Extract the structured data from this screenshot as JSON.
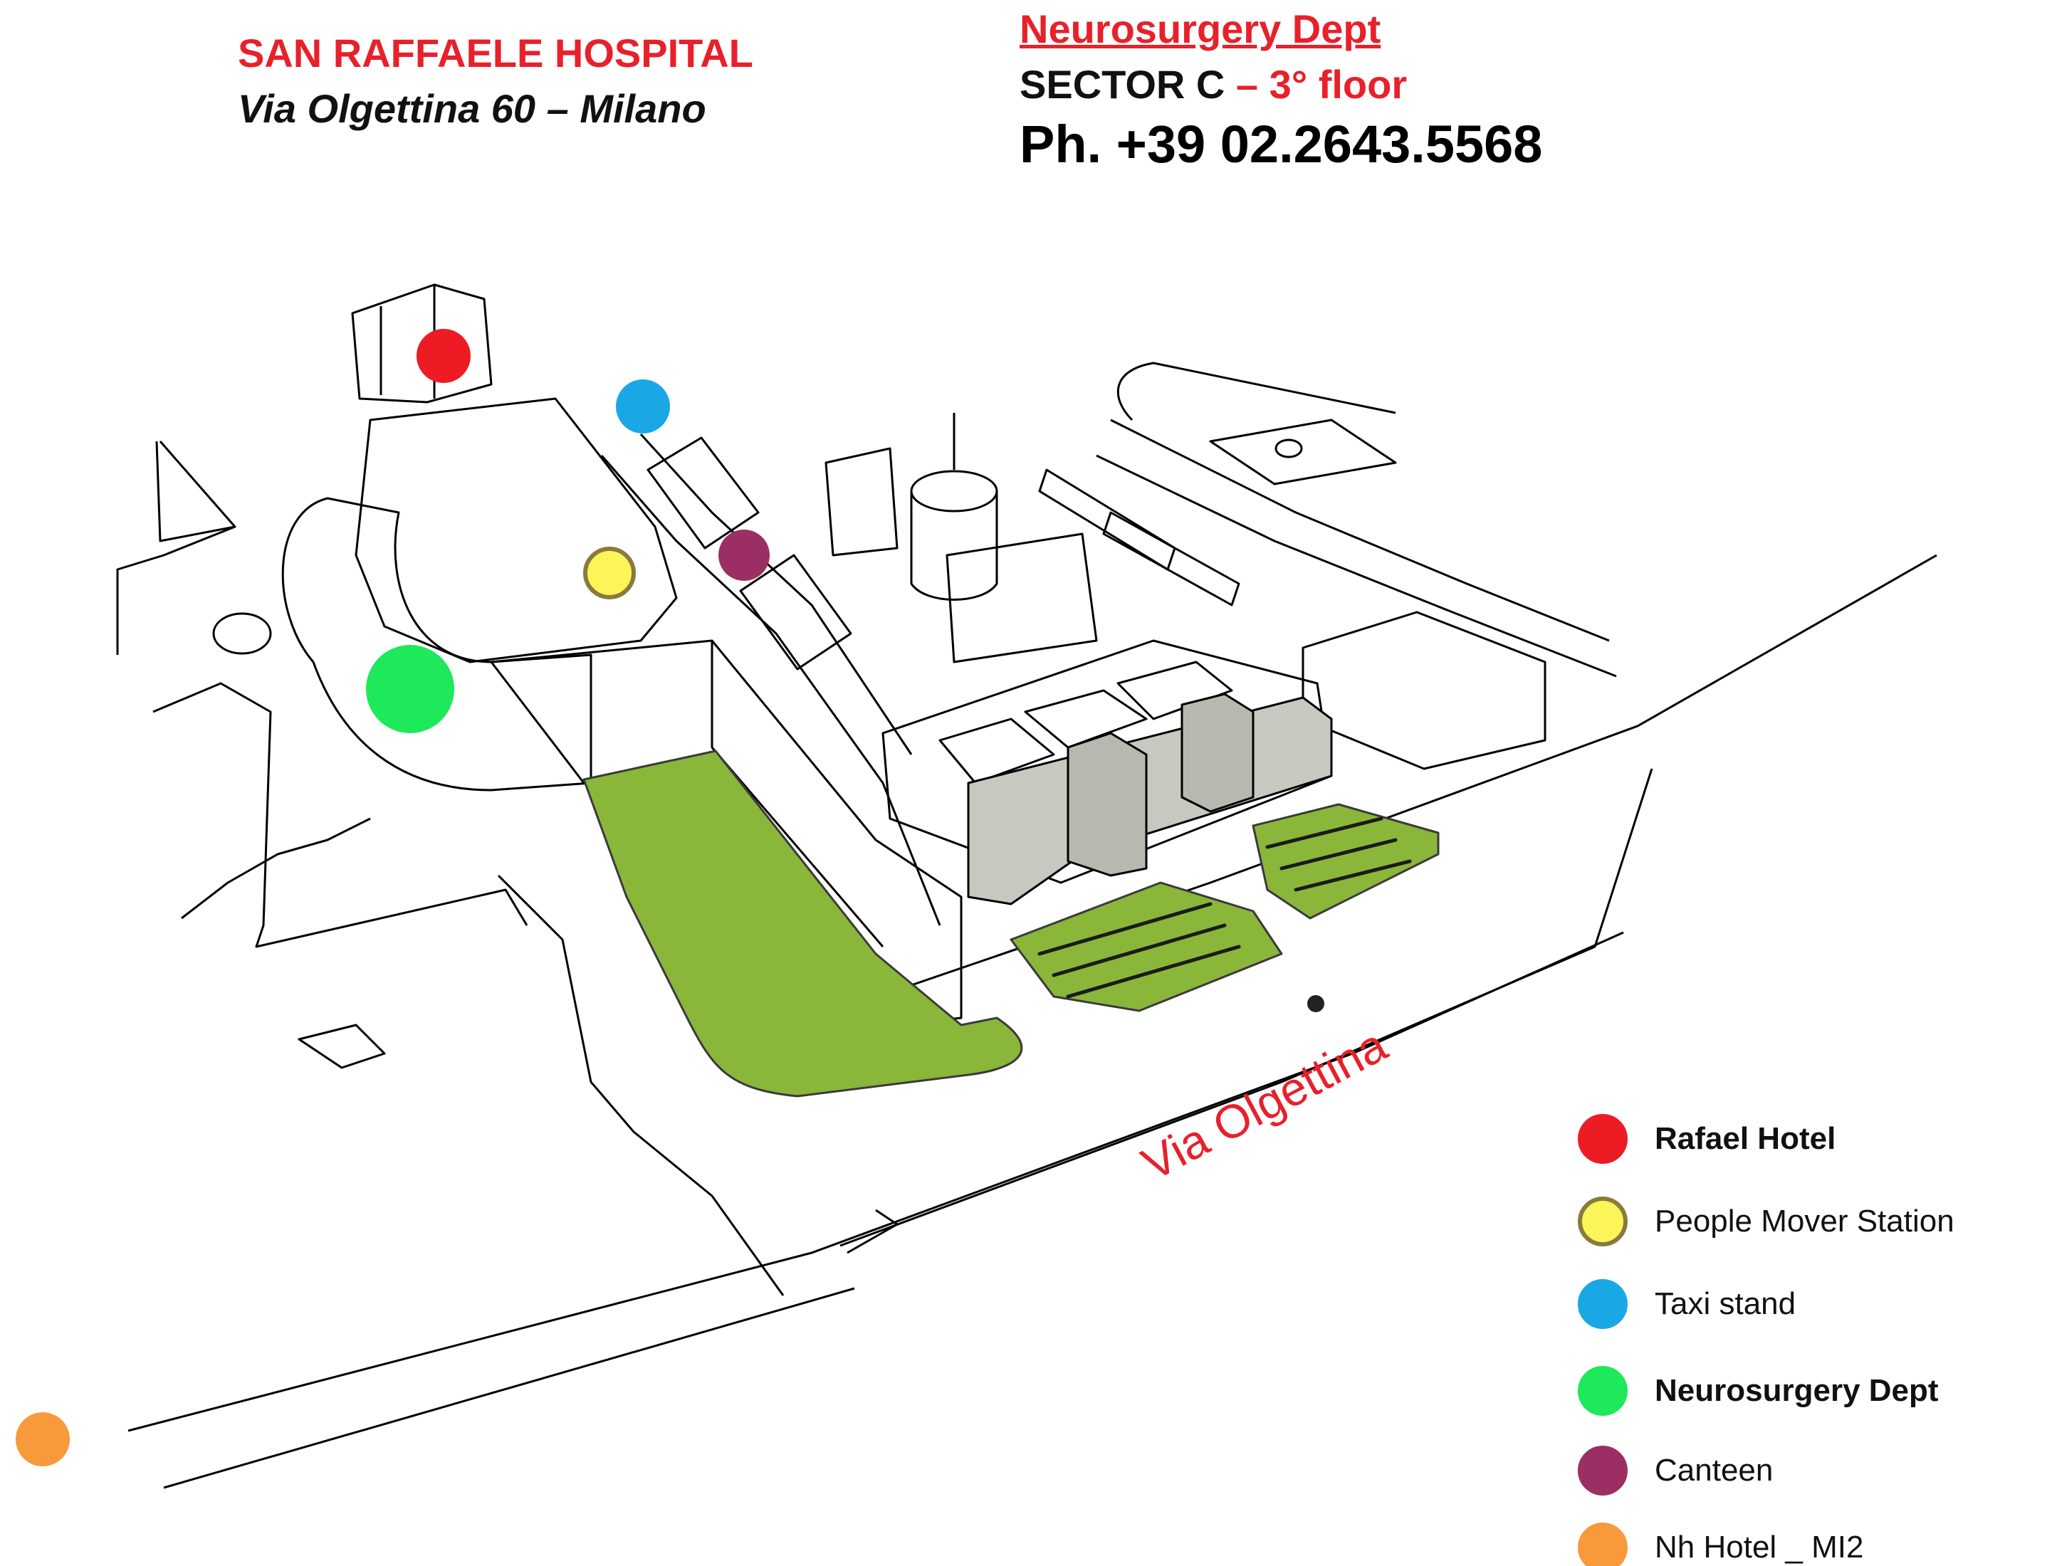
{
  "header": {
    "hospital_name": "SAN RAFFAELE HOSPITAL",
    "address": "Via Olgettina 60 – Milano",
    "dept_title": "Neurosurgery Dept",
    "sector": "SECTOR C",
    "floor": " – 3° floor",
    "phone": "Ph. +39 02.2643.5568"
  },
  "map": {
    "street_label": "Via Olgettina",
    "lawn_color": "#8ab63a",
    "building_gray": "#c8c8c0"
  },
  "legend": [
    {
      "label": "Rafael Hotel",
      "color": "#ed1c24",
      "border": "#ed1c24",
      "bold": true
    },
    {
      "label": "People Mover Station",
      "color": "#fbf55a",
      "border": "#8a7a3c",
      "bold": false
    },
    {
      "label": "Taxi stand",
      "color": "#1aa7e6",
      "border": "#1aa7e6",
      "bold": false
    },
    {
      "label": "Neurosurgery Dept",
      "color": "#1de95a",
      "border": "#1de95a",
      "bold": true
    },
    {
      "label": "Canteen",
      "color": "#9b2f63",
      "border": "#9b2f63",
      "bold": false
    },
    {
      "label": "Nh Hotel _ MI2",
      "color": "#f89a3c",
      "border": "#f89a3c",
      "bold": false
    }
  ]
}
